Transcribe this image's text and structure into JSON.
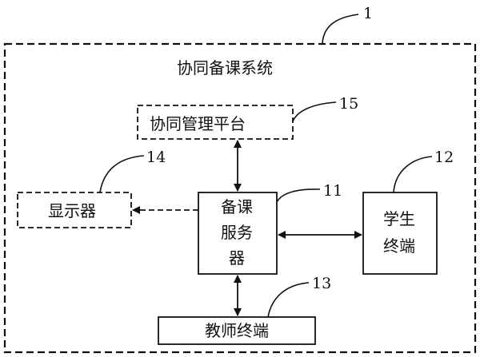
{
  "system": {
    "title": "协同备课系统",
    "ref": "1"
  },
  "platform": {
    "label": "协同管理平台",
    "ref": "15"
  },
  "display": {
    "label": "显示器",
    "ref": "14"
  },
  "server": {
    "lines": [
      "备课",
      "服务",
      "器"
    ],
    "ref": "11"
  },
  "student": {
    "lines": [
      "学生",
      "终端"
    ],
    "ref": "12"
  },
  "teacher": {
    "label": "教师终端",
    "ref": "13"
  }
}
